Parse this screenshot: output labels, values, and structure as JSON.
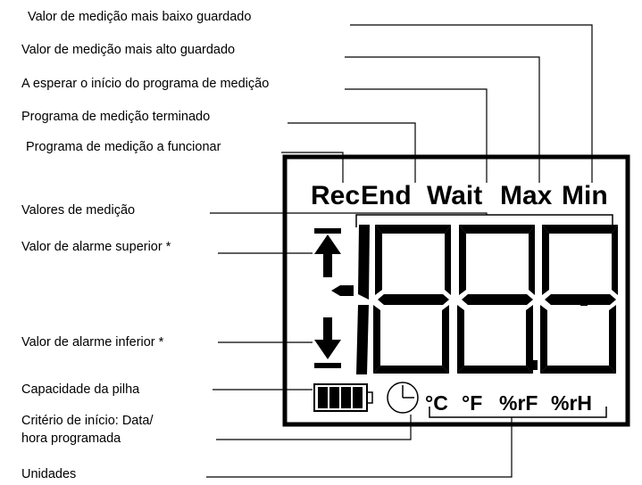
{
  "labels": {
    "min_value": "Valor de medição mais baixo guardado",
    "max_value": "Valor de medição mais alto guardado",
    "wait": "A esperar o início do programa de medição",
    "end": "Programa de medição terminado",
    "rec": "Programa de medição a funcionar",
    "values": "Valores de medição",
    "alarm_high": "Valor de alarme superior *",
    "alarm_low": "Valor de alarme inferior *",
    "battery": "Capacidade da pilha",
    "start_criterion_line1": "Critério de início: Data/",
    "start_criterion_line2": "hora programada",
    "units": "Unidades"
  },
  "display": {
    "status_rec": "Rec",
    "status_end": "End",
    "status_wait": "Wait",
    "status_max": "Max",
    "status_min": "Min",
    "unit_celsius": "°C",
    "unit_fahrenheit": "°F",
    "unit_percent_rf": "%rF",
    "unit_percent_rh": "%rH"
  },
  "colors": {
    "ink": "#000000",
    "background": "#ffffff"
  }
}
